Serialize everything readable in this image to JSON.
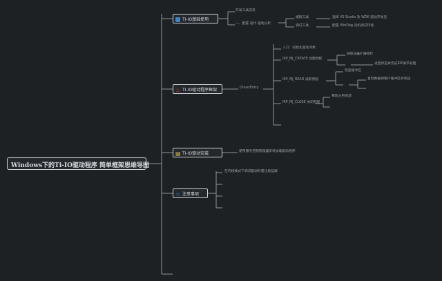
{
  "root": {
    "title": "Windows下的Ti-IO驱动程序 简单框架思维导图"
  },
  "branch1": {
    "label": "TI-IO基础使用",
    "icon": "square-icon",
    "children": [
      "开发工具安装",
      "一、配置 设计 驱动分析"
    ],
    "sub": [
      "编程工具",
      "调试工具"
    ],
    "desc": [
      "选择 VS Studio 及 WDK 驱动开发包",
      "配置 WinDbg 双机调试环境"
    ]
  },
  "branch2": {
    "label": "TI-IO驱动程序框架",
    "icon": "flame-icon",
    "child": "DriverEntry",
    "items": [
      "入口：初始化驱动对象",
      "IRP_MJ_CREATE 创建例程",
      "IRP_MJ_READ 读取例程",
      "IRP_MJ_CLOSE 关闭例程"
    ],
    "sub_create": [
      "获取设备扩展指针",
      "返回状态并完成IRP请求处理"
    ],
    "sub_read": [
      "检查缓冲区",
      "复制数据到用户缓冲区并完成"
    ],
    "sub_close": [
      "释放占用资源"
    ]
  },
  "branch3": {
    "label": "TI-IO驱动安装",
    "icon": "clip-icon",
    "child": "使用服务控制管理器安装加载驱动程序"
  },
  "branch4": {
    "label": "注意事项",
    "icon": "star-icon",
    "child": "在内核模式下调试驱动时需注意蓝屏"
  },
  "colors": {
    "background": "#1e2124",
    "line": "#8f959b",
    "border": "#cfd3d8"
  }
}
